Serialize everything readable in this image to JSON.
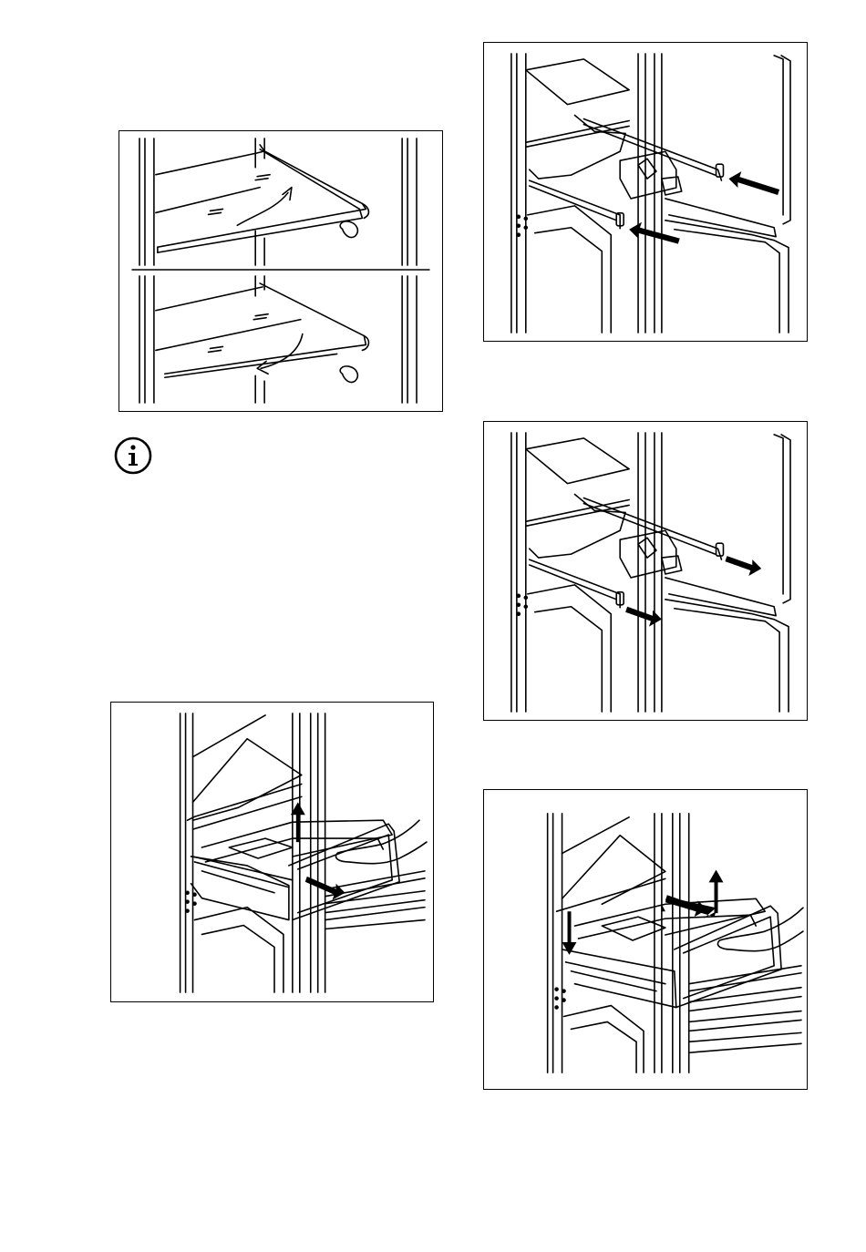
{
  "page": {
    "figures": [
      {
        "id": "shelf-flip",
        "icon": "shelf-rotate-illustration"
      },
      {
        "id": "rail-insert",
        "icon": "rail-insert-illustration"
      },
      {
        "id": "rail-extract",
        "icon": "rail-extract-illustration"
      },
      {
        "id": "drawer-remove",
        "icon": "drawer-pull-illustration"
      },
      {
        "id": "drawer-insert",
        "icon": "drawer-insert-illustration"
      }
    ],
    "info_icon": "info-icon",
    "line_color": "#000000",
    "fill_color": "#ffffff"
  }
}
